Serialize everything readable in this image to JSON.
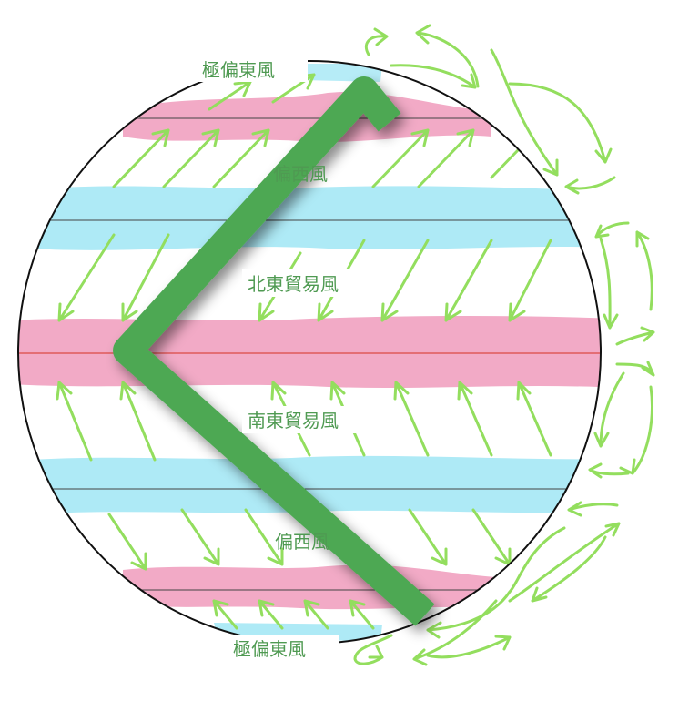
{
  "labels": {
    "polar_easterlies_north": "極偏東風",
    "westerlies_north": "偏西風",
    "northeast_trades": "北東貿易風",
    "southeast_trades": "南東貿易風",
    "westerlies_south": "偏西風",
    "polar_easterlies_south": "極偏東風"
  },
  "colors": {
    "high_pressure_band": "#f2aac6",
    "low_pressure_band": "#aeeaf6",
    "wind_arrow": "#93de5e",
    "label_text": "#4f9a52",
    "overlay_stroke": "#4ea853",
    "equator_line": "#e05a5a",
    "latitude_line": "#444444",
    "globe_outline": "#111111"
  },
  "icons": {
    "wind_arrow": "arrow-icon",
    "circulation_arrow": "curved-arrow-icon",
    "overlay": "check-mark-stroke"
  }
}
